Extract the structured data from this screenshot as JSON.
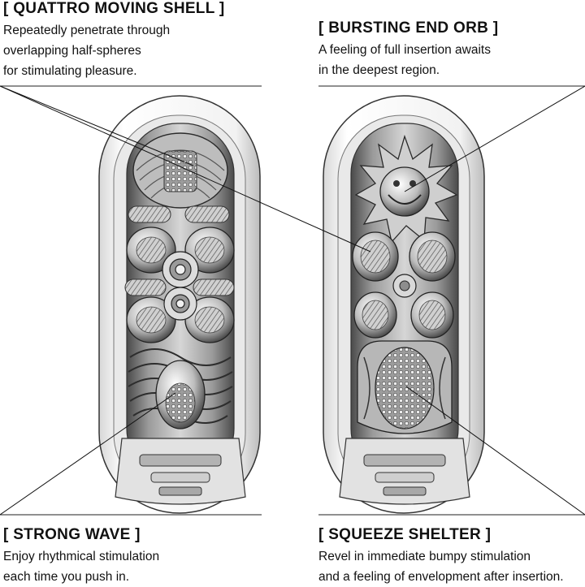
{
  "features": {
    "quattro_moving_shell": {
      "title": "[ QUATTRO MOVING SHELL ]",
      "lines": [
        "Repeatedly penetrate through",
        "overlapping half-spheres",
        "for stimulating pleasure."
      ]
    },
    "bursting_end_orb": {
      "title": "[ BURSTING END ORB ]",
      "lines": [
        "A feeling of full insertion awaits",
        "in the deepest region."
      ]
    },
    "strong_wave": {
      "title": "[ STRONG WAVE ]",
      "lines": [
        "Enjoy rhythmical stimulation",
        "each time you push in."
      ]
    },
    "squeeze_shelter": {
      "title": "[ SQUEEZE SHELTER ]",
      "lines": [
        "Revel in immediate bumpy stimulation",
        "and a feeling of envelopment after insertion."
      ]
    }
  },
  "colors": {
    "ink": "#111111",
    "shell": "#f4f4f4",
    "inner": "#c9c9c9",
    "shadow": "#6e6e6e"
  }
}
